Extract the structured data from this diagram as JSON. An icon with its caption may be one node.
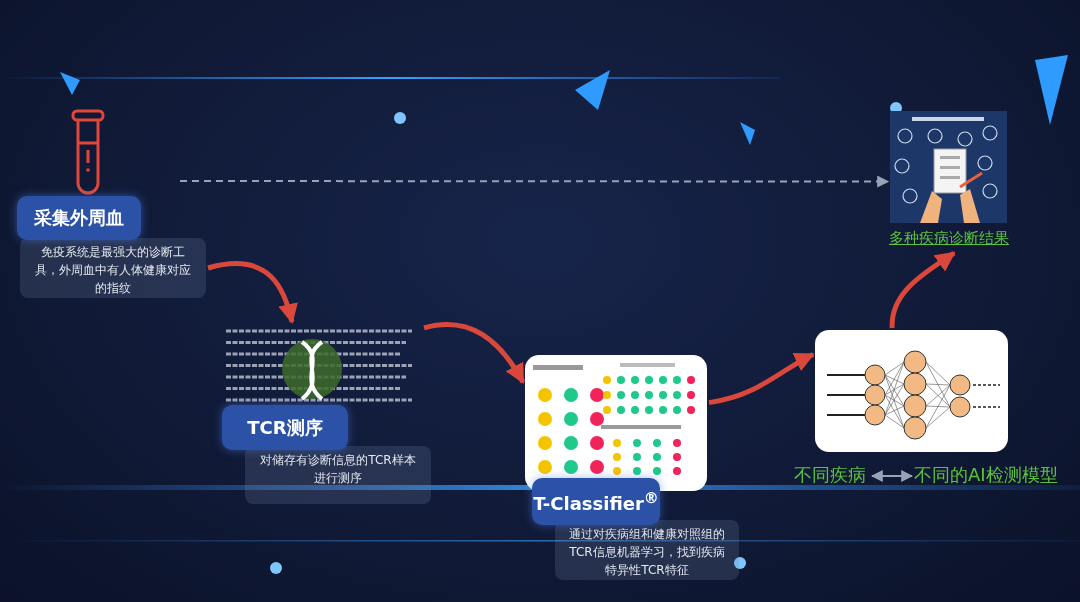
{
  "diagram": {
    "nodes": [
      {
        "text": [],
        "shape": "picture"
      },
      {
        "text": [
          "采集外周血"
        ]
      },
      {
        "text": [
          "免疫系统是最强大的诊断工具，外周血中有人体健康对应的指纹"
        ]
      },
      {
        "text": [],
        "shape": "picture"
      },
      {
        "text": [
          "TCR测序"
        ]
      },
      {
        "text": [
          "对储存有诊断信息的TCR样本进行测序"
        ]
      },
      {
        "text": [],
        "shape": "picture"
      },
      {
        "text": [
          "T-Classifier$^{®}$"
        ]
      },
      {
        "text": [
          "通过对疾病组和健康对照组的TCR信息机器学习，找到疾病特异性TCR特征"
        ]
      },
      {
        "text": [],
        "shape": "picture"
      },
      {
        "text": [
          "不同疾病"
        ]
      },
      {
        "text": [
          "不同的AI检测模型"
        ]
      },
      {
        "text": [],
        "shape": "picture"
      },
      {
        "text": [
          "多种疾病诊断结果"
        ]
      }
    ],
    "edges": [
      {
        "from": 2,
        "to": 3,
        "arrow": "to"
      },
      {
        "from": 3,
        "to": 6,
        "arrow": "to"
      },
      {
        "from": 6,
        "to": 9,
        "arrow": "to"
      },
      {
        "from": 9,
        "to": 13,
        "arrow": "to"
      },
      {
        "from": null,
        "to": 12,
        "arrow": "to",
        "style": "dashed",
        "color": "#9aa3b5"
      },
      {
        "from": 10,
        "to": 11,
        "arrow": "both",
        "color": "#9aa3b5"
      }
    ]
  }
}
